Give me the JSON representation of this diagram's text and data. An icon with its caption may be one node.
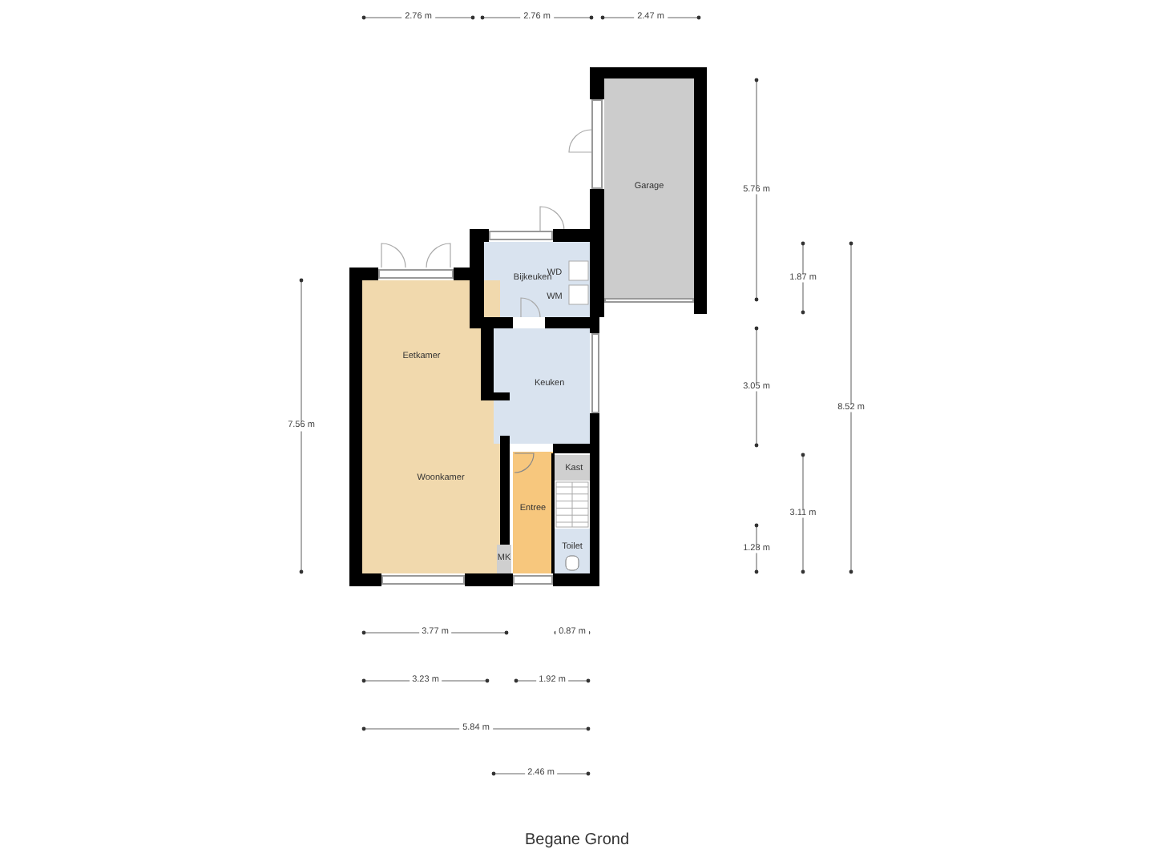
{
  "diagram": {
    "caption": "Begane Grond",
    "nodes": [
      {
        "text": [
          "Garage"
        ]
      },
      {
        "text": [
          "Bijkeuken"
        ]
      },
      {
        "text": [
          "Eetkamer",
          "Woonkamer"
        ]
      },
      {
        "text": [
          "Keuken"
        ]
      },
      {
        "text": [
          "Entree"
        ]
      },
      {
        "text": [
          "Kast"
        ]
      },
      {
        "text": [
          "Toilet"
        ]
      },
      {
        "text": [
          "MK"
        ]
      }
    ],
    "labels": [
      "2.76 m",
      "2.76 m",
      "2.47 m",
      "WD",
      "WM",
      "5.76 m",
      "1.87 m",
      "3.05 m",
      "7.56 m",
      "8.52 m",
      "3.11 m",
      "1.28 m",
      "3.77 m",
      "0.87 m",
      "3.23 m",
      "1.92 m",
      "5.84 m",
      "2.46 m"
    ]
  }
}
